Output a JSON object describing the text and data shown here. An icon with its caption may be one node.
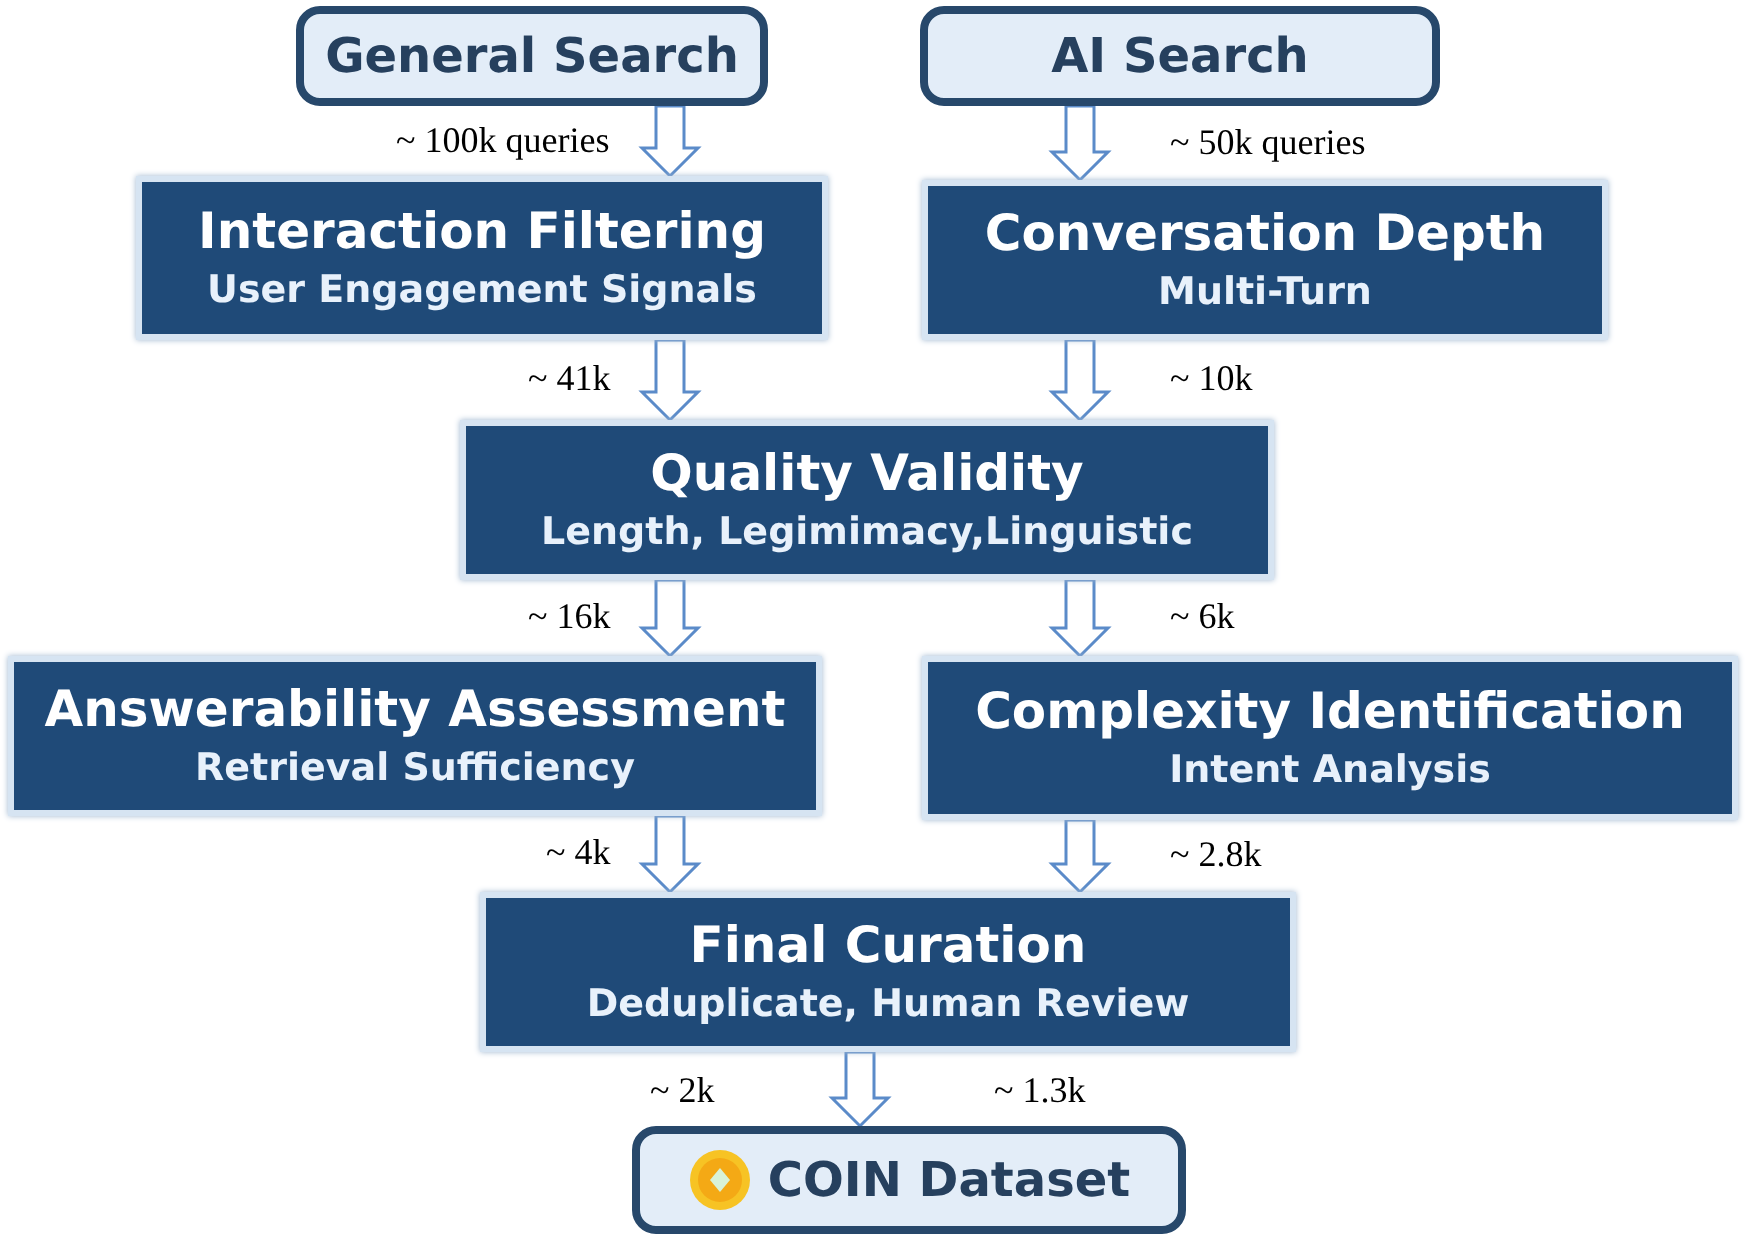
{
  "diagram": {
    "nodes": [
      {
        "text": [
          "General Search"
        ]
      },
      {
        "text": [
          "AI Search"
        ]
      },
      {
        "text": [
          "Interaction Filtering",
          "User Engagement Signals"
        ]
      },
      {
        "text": [
          "Conversation Depth",
          "Multi-Turn"
        ]
      },
      {
        "text": [
          "Quality Validity",
          "Length, Legimimacy,Linguistic"
        ]
      },
      {
        "text": [
          "Answerability Assessment",
          "Retrieval Sufficiency"
        ]
      },
      {
        "text": [
          "Complexity Identification",
          "Intent Analysis"
        ]
      },
      {
        "text": [
          "Final Curation",
          "Deduplicate, Human Review"
        ]
      },
      {
        "text": [
          "COIN Dataset"
        ]
      }
    ],
    "edges": [
      {
        "from": 0,
        "to": 2,
        "arrow": "to",
        "label": "~ 100k queries"
      },
      {
        "from": 1,
        "to": 3,
        "arrow": "to",
        "label": "~ 50k queries"
      },
      {
        "from": 2,
        "to": 4,
        "arrow": "to",
        "label": "~ 41k"
      },
      {
        "from": 3,
        "to": 4,
        "arrow": "to",
        "label": "~ 10k"
      },
      {
        "from": 4,
        "to": 5,
        "arrow": "to",
        "label": "~ 16k"
      },
      {
        "from": 4,
        "to": 6,
        "arrow": "to",
        "label": "~ 6k"
      },
      {
        "from": 5,
        "to": 7,
        "arrow": "to",
        "label": "~ 4k"
      },
      {
        "from": 6,
        "to": 7,
        "arrow": "to",
        "label": "~ 2.8k"
      },
      {
        "from": 7,
        "to": 8,
        "arrow": "to"
      }
    ],
    "labels": [
      "~ 2k",
      "~ 1.3k"
    ]
  }
}
